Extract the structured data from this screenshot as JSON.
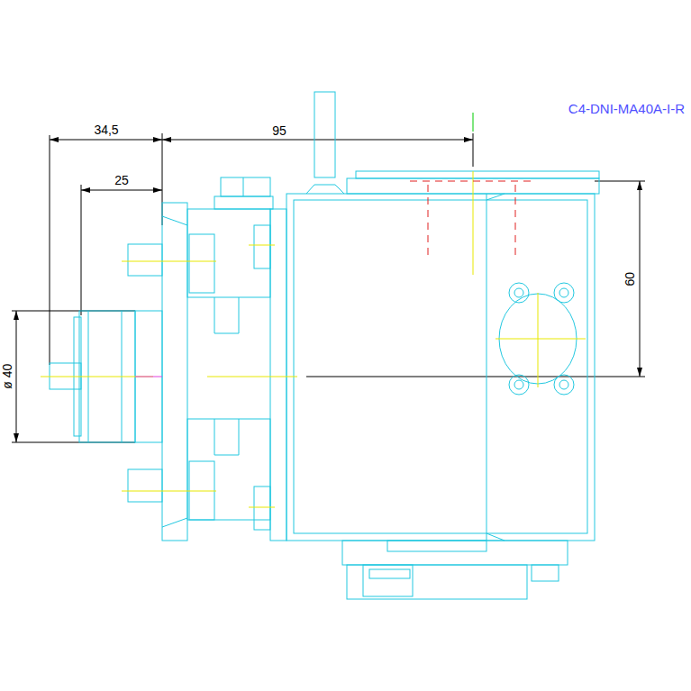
{
  "diagram": {
    "title": "C4-DNI-MA40A-I-R",
    "labels": [
      "34,5",
      "25",
      "95",
      "60",
      "ø 40"
    ]
  }
}
